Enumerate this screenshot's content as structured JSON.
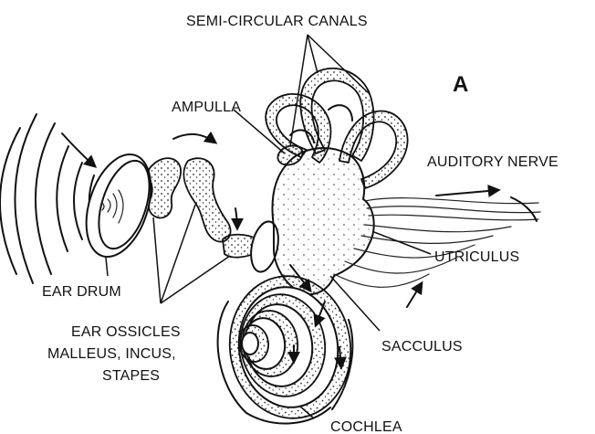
{
  "diagram": {
    "panel_letter": "A",
    "labels": {
      "semicircular_canals": "SEMI-CIRCULAR CANALS",
      "ampulla": "AMPULLA",
      "auditory_nerve": "AUDITORY NERVE",
      "utriculus": "UTRICULUS",
      "sacculus": "SACCULUS",
      "ear_drum": "EAR DRUM",
      "ear_ossicles_line1": "EAR OSSICLES",
      "ear_ossicles_line2": "MALLEUS, INCUS,",
      "ear_ossicles_line3": "STAPES",
      "cochlea": "COCHLEA"
    }
  }
}
